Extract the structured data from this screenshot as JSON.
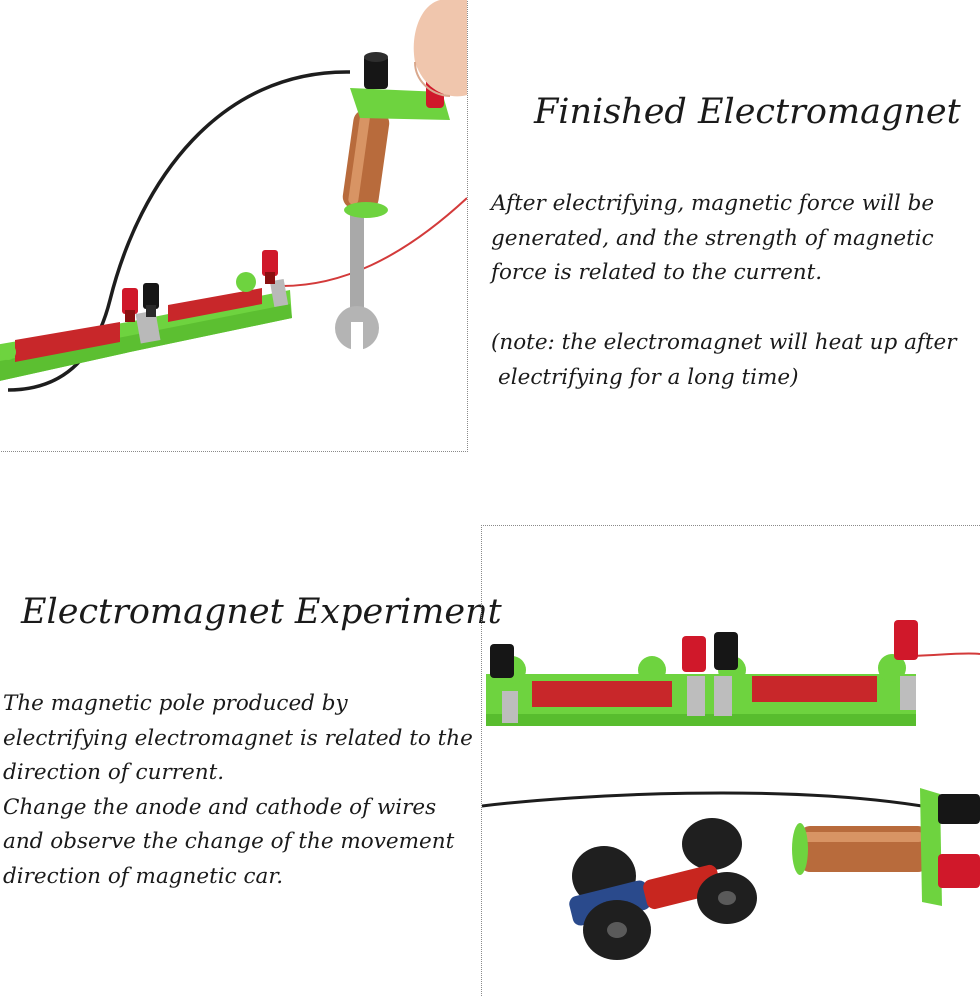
{
  "finished_section": {
    "title": "Finished Electromagnet",
    "description": "After electrifying, magnetic force will be generated, and the strength of magnetic force is related to the current.",
    "note_line1": "(note: the electromagnet will heat up after",
    "note_line2": "electrifying for a long time)"
  },
  "experiment_section": {
    "title": "Electromagnet Experiment",
    "paragraph1": "The magnetic pole produced by electrifying electromagnet is related to the direction of current.",
    "paragraph2": "Change the anode and cathode of wires and observe the change of the movement direction of magnetic car."
  },
  "colors": {
    "holder_green": "#7de04a",
    "battery_red": "#c8272a",
    "terminal_red": "#d0182a",
    "terminal_black": "#161616",
    "copper": "#b86b3c",
    "magnet_blue": "#2a4a8c",
    "magnet_red": "#c8261f"
  }
}
